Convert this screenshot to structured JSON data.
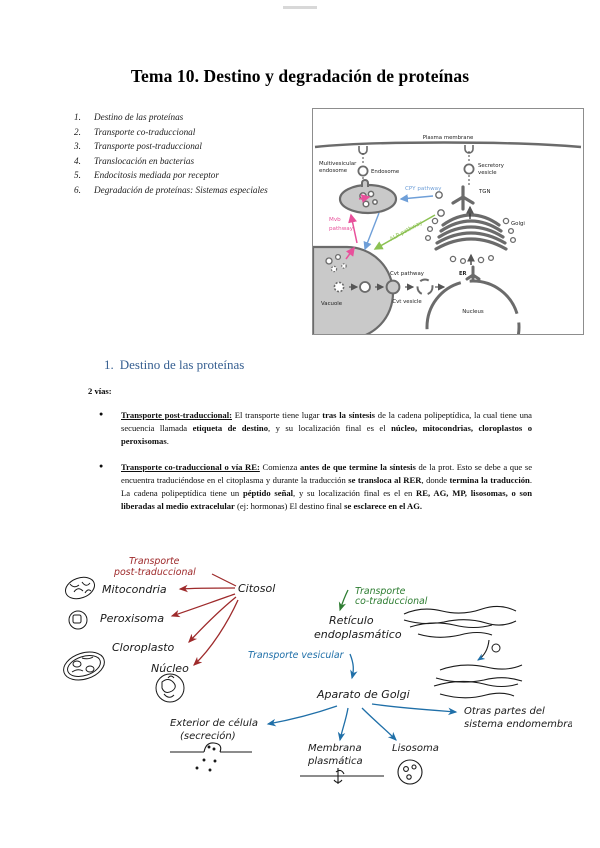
{
  "document": {
    "title": "Tema 10. Destino y degradación de proteínas",
    "lead": "2 vías:"
  },
  "toc": {
    "items": [
      {
        "num": "1.",
        "label": "Destino de las proteínas"
      },
      {
        "num": "2.",
        "label": "Transporte co-traduccional"
      },
      {
        "num": "3.",
        "label": "Transporte post-traduccional"
      },
      {
        "num": "4.",
        "label": "Translocación en bacterias"
      },
      {
        "num": "5.",
        "label": "Endocitosis mediada por receptor"
      },
      {
        "num": "6.",
        "label": "Degradación de proteínas: Sistemas especiales"
      }
    ]
  },
  "section": {
    "number": "1.",
    "title": "Destino de las proteínas",
    "color": "#365f91"
  },
  "figure": {
    "labels": {
      "plasma_membrane": "Plasma membrane",
      "endosome": "Endosome",
      "secretory_vesicle_l1": "Secretory",
      "secretory_vesicle_l2": "vesicle",
      "multivesicular_l1": "Multivesicular",
      "multivesicular_l2": "endosome",
      "cpy_pathway": "CPY pathway",
      "mvb_pathway_l1": "Mvb",
      "mvb_pathway_l2": "pathway",
      "alp_pathway": "ALP pathway",
      "tgn": "TGN",
      "golgi": "Golgi",
      "er": "ER",
      "cvt_pathway": "Cvt pathway",
      "cvt_vesicle": "Cvt vesicle",
      "vacuole": "Vacuole",
      "nucleus": "Nucleus"
    },
    "colors": {
      "cpy": "#6f9fd8",
      "mvb": "#e8509b",
      "alp": "#8cc152",
      "organelle_stroke": "#6b6b6b",
      "organelle_fill": "#c9c9c9"
    }
  },
  "bullets": [
    {
      "heading": "Transporte post-traduccional:",
      "parts": [
        {
          "t": " El transporte tiene lugar ",
          "b": false
        },
        {
          "t": "tras la síntesis",
          "b": true
        },
        {
          "t": " de la cadena polipeptídica, la cual tiene una secuencia llamada ",
          "b": false
        },
        {
          "t": "etiqueta de destino",
          "b": true
        },
        {
          "t": ", y su localización final es el ",
          "b": false
        },
        {
          "t": "núcleo, mitocondrias, cloroplastos o peroxisomas",
          "b": true
        },
        {
          "t": ".",
          "b": false
        }
      ]
    },
    {
      "heading": "Transporte co-traduccional o vía RE:",
      "parts": [
        {
          "t": " Comienza ",
          "b": false
        },
        {
          "t": "antes de que termine la síntesis",
          "b": true
        },
        {
          "t": " de la prot. Esto se debe a que se encuentra traduciéndose en el citoplasma y durante la traducción ",
          "b": false
        },
        {
          "t": "se transloca al RER",
          "b": true
        },
        {
          "t": ", donde ",
          "b": false
        },
        {
          "t": "termina la traducción",
          "b": true
        },
        {
          "t": ". La cadena polipeptídica tiene un ",
          "b": false
        },
        {
          "t": "péptido señal",
          "b": true
        },
        {
          "t": ", y su localización final es el en ",
          "b": false
        },
        {
          "t": "RE, AG, MP, lisosomas, o son liberadas al medio extracelular",
          "b": true
        },
        {
          "t": " (ej: hormonas) El destino final ",
          "b": false
        },
        {
          "t": "se esclarece en el AG.",
          "b": true
        }
      ]
    }
  ],
  "sketch": {
    "labels": {
      "transporte_post_l1": "Transporte",
      "transporte_post_l2": "post-traduccional",
      "citosol": "Citosol",
      "mitocondria": "Mitocondria",
      "peroxisoma": "Peroxisoma",
      "cloroplasto": "Cloroplasto",
      "nucleo": "Núcleo",
      "transporte_co_l1": "Transporte",
      "transporte_co_l2": "co-traduccional",
      "reticulo_l1": "Retículo",
      "reticulo_l2": "endoplasmático",
      "transporte_vesicular": "Transporte vesicular",
      "aparato_golgi": "Aparato de Golgi",
      "exterior_l1": "Exterior de célula",
      "exterior_l2": "(secreción)",
      "membrana_l1": "Membrana",
      "membrana_l2": "plasmática",
      "lisosoma": "Lisosoma",
      "otras_l1": "Otras partes del",
      "otras_l2": "sistema endomembranoso"
    },
    "colors": {
      "post_traduccional": "#9e2a2b",
      "co_traduccional": "#2e7d32",
      "vesicular": "#1f6fa8",
      "ink": "#1a1a1a"
    }
  }
}
